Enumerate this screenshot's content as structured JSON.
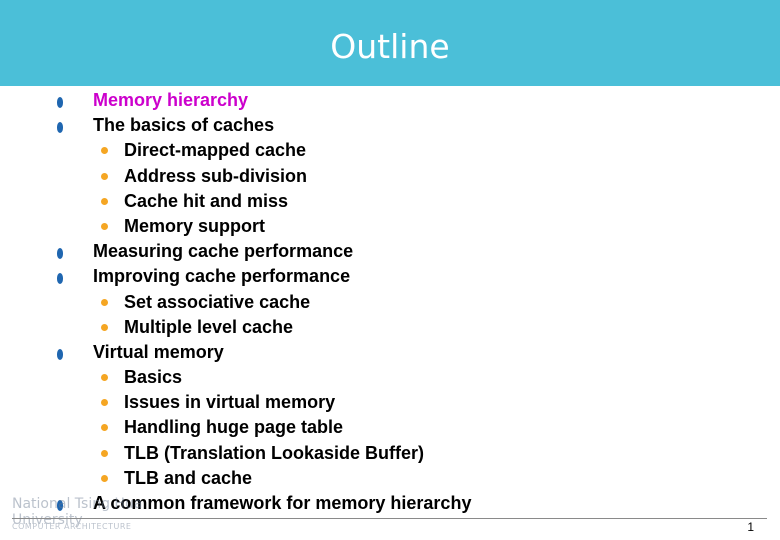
{
  "slide": {
    "title": "Outline",
    "colors": {
      "header_bg": "#4bbfd8",
      "title_text": "#ffffff",
      "highlight_text": "#cc00cc",
      "level1_bullet": "#1f66b0",
      "level2_bullet": "#f5a623"
    },
    "items": [
      {
        "level": 1,
        "text": "Memory hierarchy",
        "highlight": true
      },
      {
        "level": 1,
        "text": "The basics of caches"
      },
      {
        "level": 2,
        "text": "Direct-mapped cache"
      },
      {
        "level": 2,
        "text": "Address sub-division"
      },
      {
        "level": 2,
        "text": "Cache hit and miss"
      },
      {
        "level": 2,
        "text": "Memory support"
      },
      {
        "level": 1,
        "text": "Measuring cache performance"
      },
      {
        "level": 1,
        "text": "Improving cache performance"
      },
      {
        "level": 2,
        "text": "Set associative cache"
      },
      {
        "level": 2,
        "text": "Multiple level cache"
      },
      {
        "level": 1,
        "text": "Virtual memory"
      },
      {
        "level": 2,
        "text": "Basics"
      },
      {
        "level": 2,
        "text": "Issues in virtual memory"
      },
      {
        "level": 2,
        "text": "Handling huge page table"
      },
      {
        "level": 2,
        "text": "TLB (Translation Lookaside Buffer)"
      },
      {
        "level": 2,
        "text": "TLB and cache"
      },
      {
        "level": 1,
        "text": "A common framework for memory hierarchy"
      }
    ],
    "footer": {
      "brand_line1": "National Tsing Hua University",
      "brand_line2": "COMPUTER   ARCHITECTURE",
      "page_number": "1"
    }
  }
}
